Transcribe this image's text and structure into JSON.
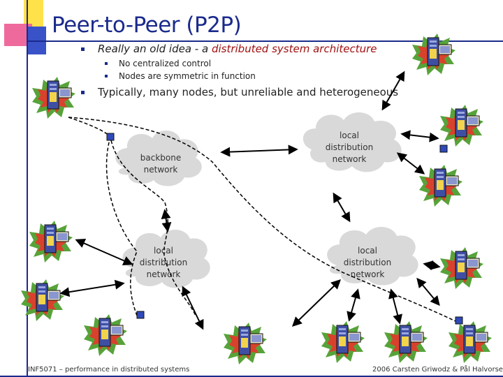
{
  "title": "Peer-to-Peer (P2P)",
  "bullets": {
    "b1_plain": "Really an old idea - a ",
    "b1_highlight": "distributed system architecture",
    "b2": "No centralized control",
    "b3": "Nodes are symmetric in function",
    "b4": "Typically, many nodes, but unreliable and heterogeneous"
  },
  "clouds": {
    "backbone_line1": "backbone",
    "backbone_line2": "network",
    "local_line1": "local",
    "local_line2": "distribution",
    "local_line3": "network"
  },
  "footer": {
    "left": "INF5071 – performance in distributed systems",
    "right": "2006 Carsten Griwodz & Pål Halvorsen"
  },
  "colors": {
    "title": "#1a2a8c",
    "highlight": "#a01010",
    "cloud": "#d9d9d9",
    "node_square": "#2f4ab8"
  }
}
